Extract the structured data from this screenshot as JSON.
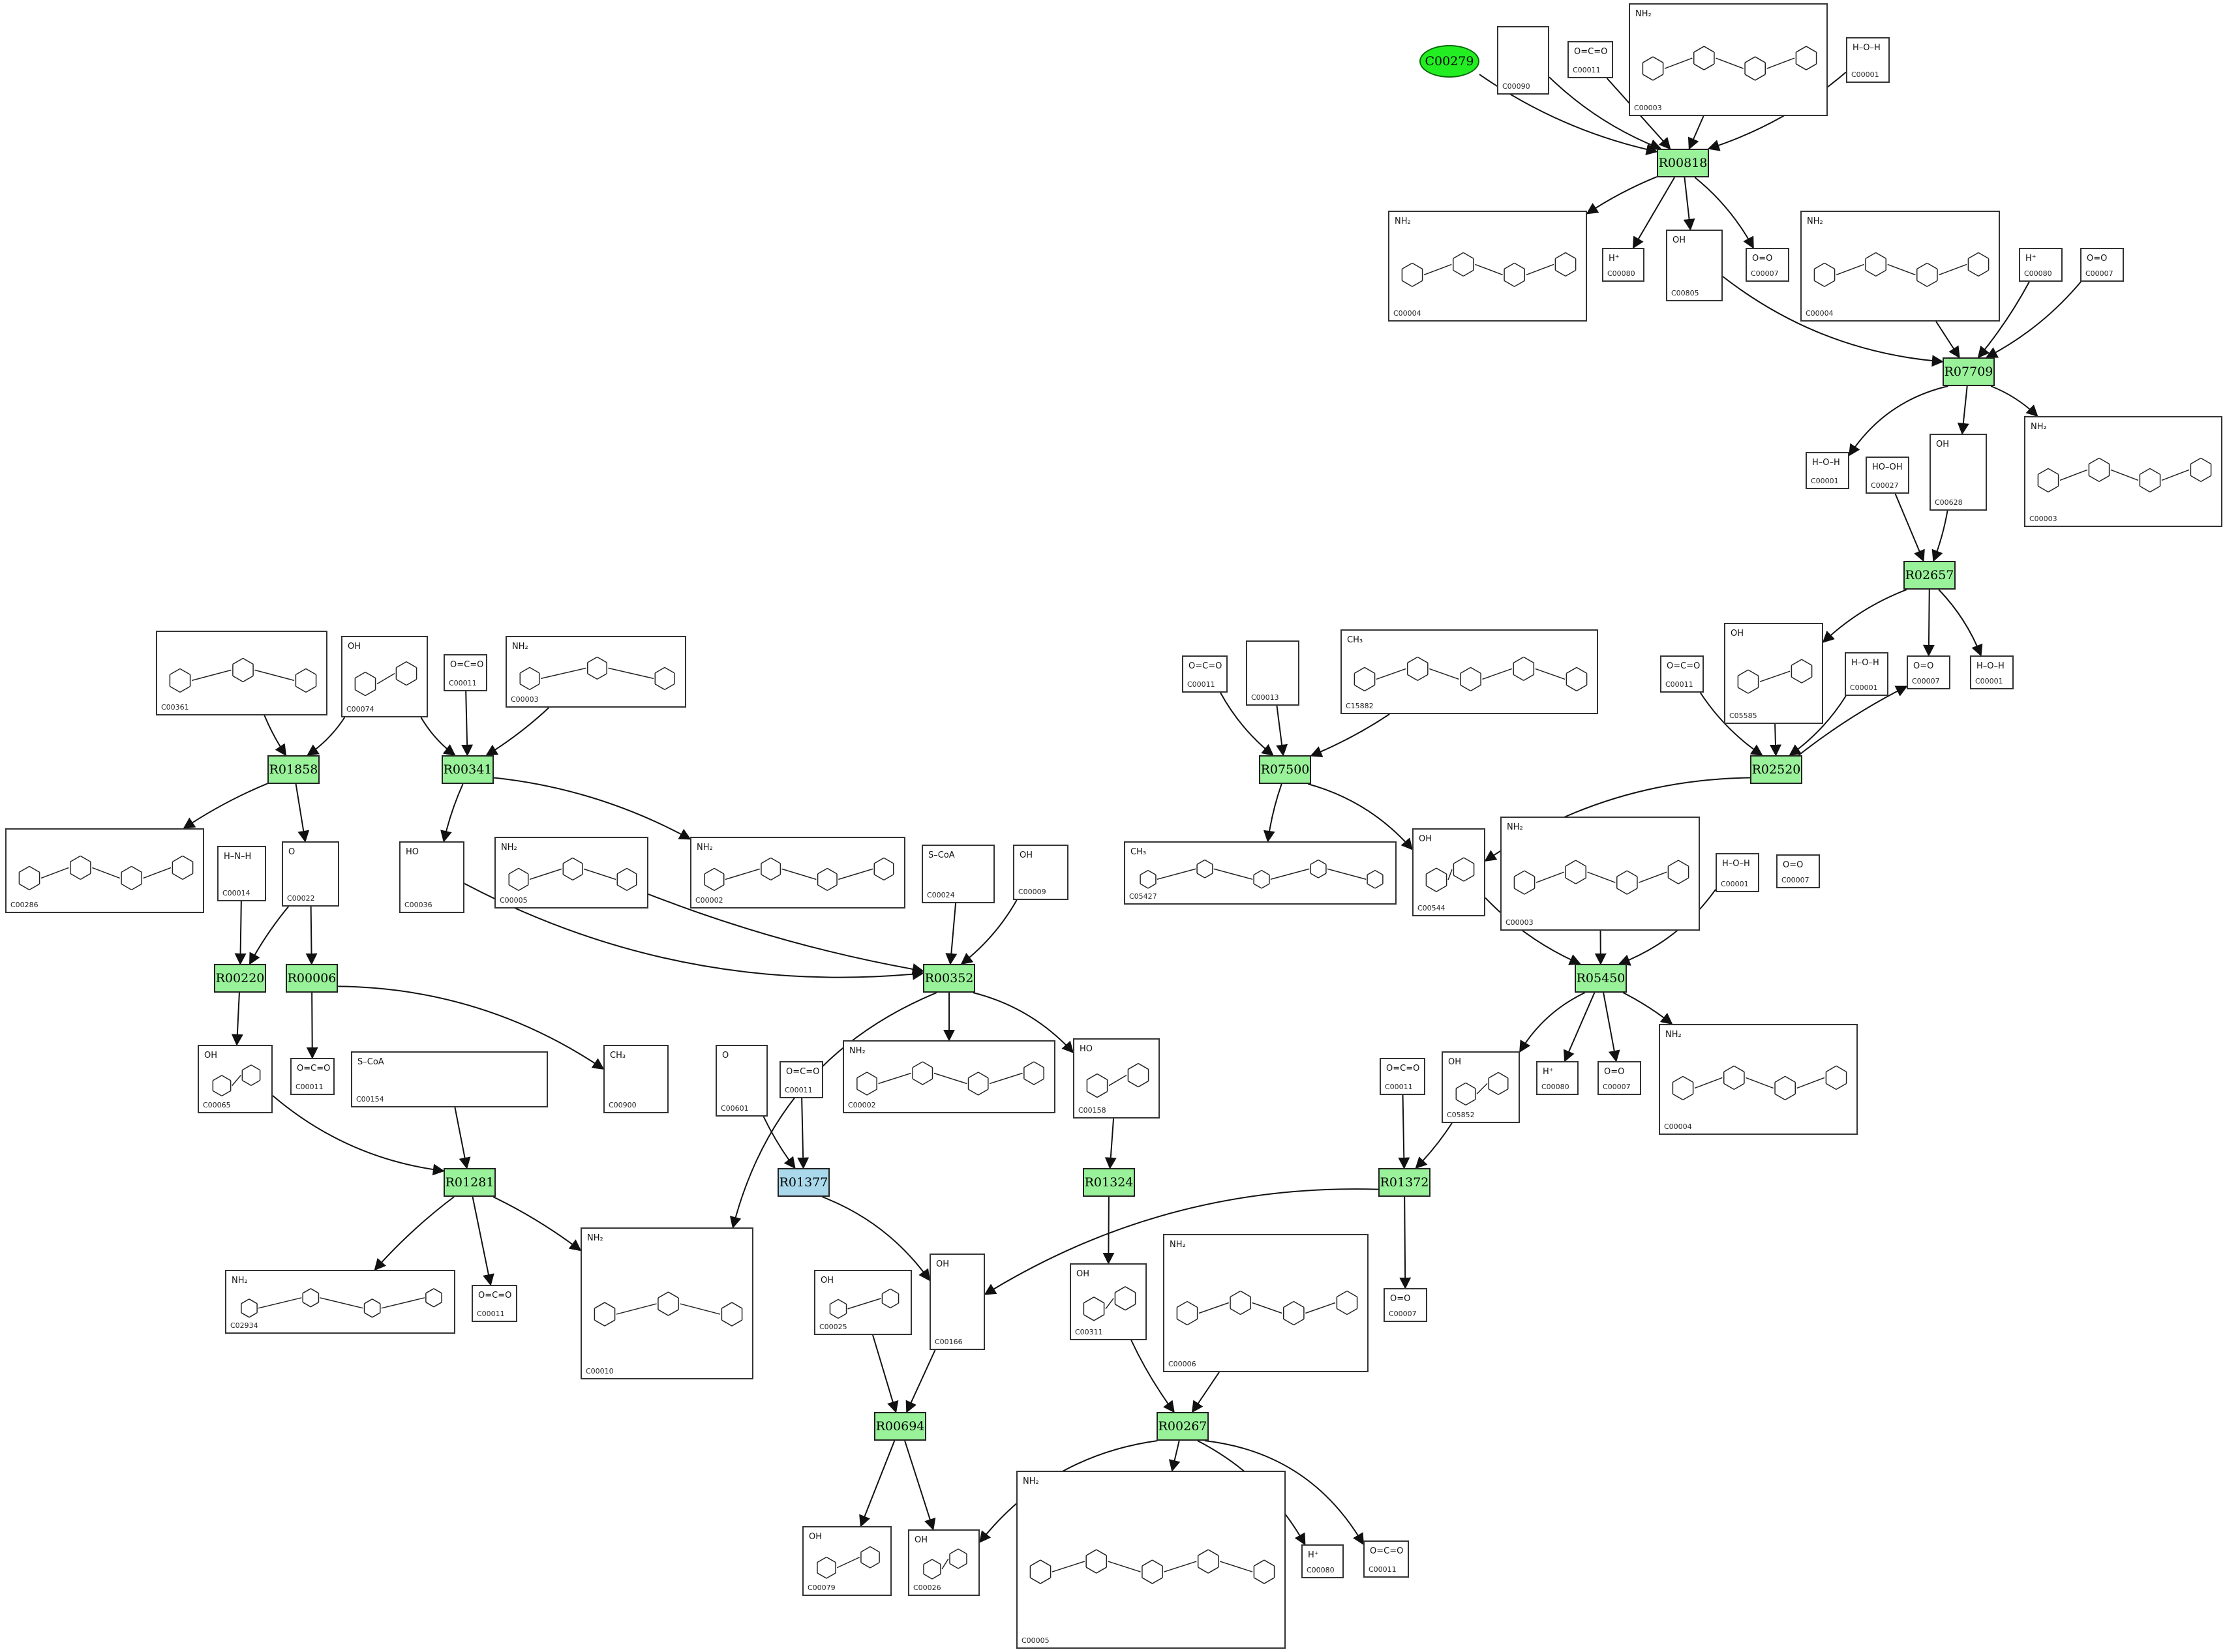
{
  "start_compound": {
    "id": "C00279"
  },
  "reactions": [
    {
      "id": "R00818",
      "color": "green"
    },
    {
      "id": "R07709",
      "color": "green"
    },
    {
      "id": "R02657",
      "color": "green"
    },
    {
      "id": "R02520",
      "color": "green"
    },
    {
      "id": "R07500",
      "color": "green"
    },
    {
      "id": "R05450",
      "color": "green"
    },
    {
      "id": "R01372",
      "color": "green"
    },
    {
      "id": "R01858",
      "color": "green"
    },
    {
      "id": "R00341",
      "color": "green"
    },
    {
      "id": "R00220",
      "color": "green"
    },
    {
      "id": "R00006",
      "color": "green"
    },
    {
      "id": "R00352",
      "color": "green"
    },
    {
      "id": "R01281",
      "color": "green"
    },
    {
      "id": "R01377",
      "color": "blue"
    },
    {
      "id": "R01324",
      "color": "green"
    },
    {
      "id": "R00694",
      "color": "green"
    },
    {
      "id": "R00267",
      "color": "green"
    }
  ],
  "compounds": [
    {
      "key": "c00090_a",
      "id": "C00090",
      "symbol": ""
    },
    {
      "key": "c00011_a",
      "id": "C00011",
      "symbol": "O=C=O"
    },
    {
      "key": "c00003_a",
      "id": "C00003",
      "symbol": "NH₂"
    },
    {
      "key": "c00001_a",
      "id": "C00001",
      "symbol": "H–O–H"
    },
    {
      "key": "c00004_a",
      "id": "C00004",
      "symbol": "NH₂"
    },
    {
      "key": "c00080_a",
      "id": "C00080",
      "symbol": "H⁺"
    },
    {
      "key": "c00805",
      "id": "C00805",
      "symbol": "OH"
    },
    {
      "key": "c00007_a",
      "id": "C00007",
      "symbol": "O=O"
    },
    {
      "key": "c00004_b",
      "id": "C00004",
      "symbol": "NH₂"
    },
    {
      "key": "c00080_b",
      "id": "C00080",
      "symbol": "H⁺"
    },
    {
      "key": "c00007_b",
      "id": "C00007",
      "symbol": "O=O"
    },
    {
      "key": "c00001_b",
      "id": "C00001",
      "symbol": "H–O–H"
    },
    {
      "key": "c00027",
      "id": "C00027",
      "symbol": "HO–OH"
    },
    {
      "key": "c00628",
      "id": "C00628",
      "symbol": "OH"
    },
    {
      "key": "c00003_b",
      "id": "C00003",
      "symbol": "NH₂"
    },
    {
      "key": "c05585",
      "id": "C05585",
      "symbol": "OH"
    },
    {
      "key": "c00007_c",
      "id": "C00007",
      "symbol": "O=O"
    },
    {
      "key": "c00001_c",
      "id": "C00001",
      "symbol": "H–O–H"
    },
    {
      "key": "c00011_b",
      "id": "C00011",
      "symbol": "O=C=O"
    },
    {
      "key": "c00001_d",
      "id": "C00001",
      "symbol": "H–O–H"
    },
    {
      "key": "c00011_c",
      "id": "C00011",
      "symbol": "O=C=O"
    },
    {
      "key": "c00013",
      "id": "C00013",
      "symbol": ""
    },
    {
      "key": "c15882",
      "id": "C15882",
      "symbol": "CH₃"
    },
    {
      "key": "c05427",
      "id": "C05427",
      "symbol": "CH₃"
    },
    {
      "key": "c00544",
      "id": "C00544",
      "symbol": "OH"
    },
    {
      "key": "c00003_c",
      "id": "C00003",
      "symbol": "NH₂"
    },
    {
      "key": "c00001_e",
      "id": "C00001",
      "symbol": "H–O–H"
    },
    {
      "key": "c00007_d",
      "id": "C00007",
      "symbol": "O=O"
    },
    {
      "key": "c00011_d",
      "id": "C00011",
      "symbol": "O=C=O"
    },
    {
      "key": "c05852",
      "id": "C05852",
      "symbol": "OH"
    },
    {
      "key": "c00080_c",
      "id": "C00080",
      "symbol": "H⁺"
    },
    {
      "key": "c00007_e",
      "id": "C00007",
      "symbol": "O=O"
    },
    {
      "key": "c00004_c",
      "id": "C00004",
      "symbol": "NH₂"
    },
    {
      "key": "c00007_f",
      "id": "C00007",
      "symbol": "O=O"
    },
    {
      "key": "c00361",
      "id": "C00361",
      "symbol": ""
    },
    {
      "key": "c00074",
      "id": "C00074",
      "symbol": "OH"
    },
    {
      "key": "c00011_e",
      "id": "C00011",
      "symbol": "O=C=O"
    },
    {
      "key": "c00003_d",
      "id": "C00003",
      "symbol": "NH₂"
    },
    {
      "key": "c00286",
      "id": "C00286",
      "symbol": ""
    },
    {
      "key": "c00014",
      "id": "C00014",
      "symbol": "H–N–H"
    },
    {
      "key": "c00022",
      "id": "C00022",
      "symbol": "O"
    },
    {
      "key": "c00036",
      "id": "C00036",
      "symbol": "HO"
    },
    {
      "key": "c00005_a",
      "id": "C00005",
      "symbol": "NH₂"
    },
    {
      "key": "c00002_a",
      "id": "C00002",
      "symbol": "NH₂"
    },
    {
      "key": "c00024",
      "id": "C00024",
      "symbol": "S–CoA"
    },
    {
      "key": "c00009",
      "id": "C00009",
      "symbol": "OH"
    },
    {
      "key": "c00065",
      "id": "C00065",
      "symbol": "OH"
    },
    {
      "key": "c00011_f",
      "id": "C00011",
      "symbol": "O=C=O"
    },
    {
      "key": "c00154",
      "id": "C00154",
      "symbol": "S–CoA"
    },
    {
      "key": "c00900",
      "id": "C00900",
      "symbol": "CH₃"
    },
    {
      "key": "c00601",
      "id": "C00601",
      "symbol": "O"
    },
    {
      "key": "c00011_g",
      "id": "C00011",
      "symbol": "O=C=O"
    },
    {
      "key": "c00002_b",
      "id": "C00002",
      "symbol": "NH₂"
    },
    {
      "key": "c00158",
      "id": "C00158",
      "symbol": "HO"
    },
    {
      "key": "c02934",
      "id": "C02934",
      "symbol": "NH₂"
    },
    {
      "key": "c00011_h",
      "id": "C00011",
      "symbol": "O=C=O"
    },
    {
      "key": "c00010",
      "id": "C00010",
      "symbol": "NH₂"
    },
    {
      "key": "c00025",
      "id": "C00025",
      "symbol": "OH"
    },
    {
      "key": "c00166",
      "id": "C00166",
      "symbol": "OH"
    },
    {
      "key": "c00311",
      "id": "C00311",
      "symbol": "OH"
    },
    {
      "key": "c00006",
      "id": "C00006",
      "symbol": "NH₂"
    },
    {
      "key": "c00079",
      "id": "C00079",
      "symbol": "OH"
    },
    {
      "key": "c00026",
      "id": "C00026",
      "symbol": "OH"
    },
    {
      "key": "c00005_b",
      "id": "C00005",
      "symbol": "NH₂"
    },
    {
      "key": "c00080_d",
      "id": "C00080",
      "symbol": "H⁺"
    },
    {
      "key": "c00011_i",
      "id": "C00011",
      "symbol": "O=C=O"
    }
  ]
}
